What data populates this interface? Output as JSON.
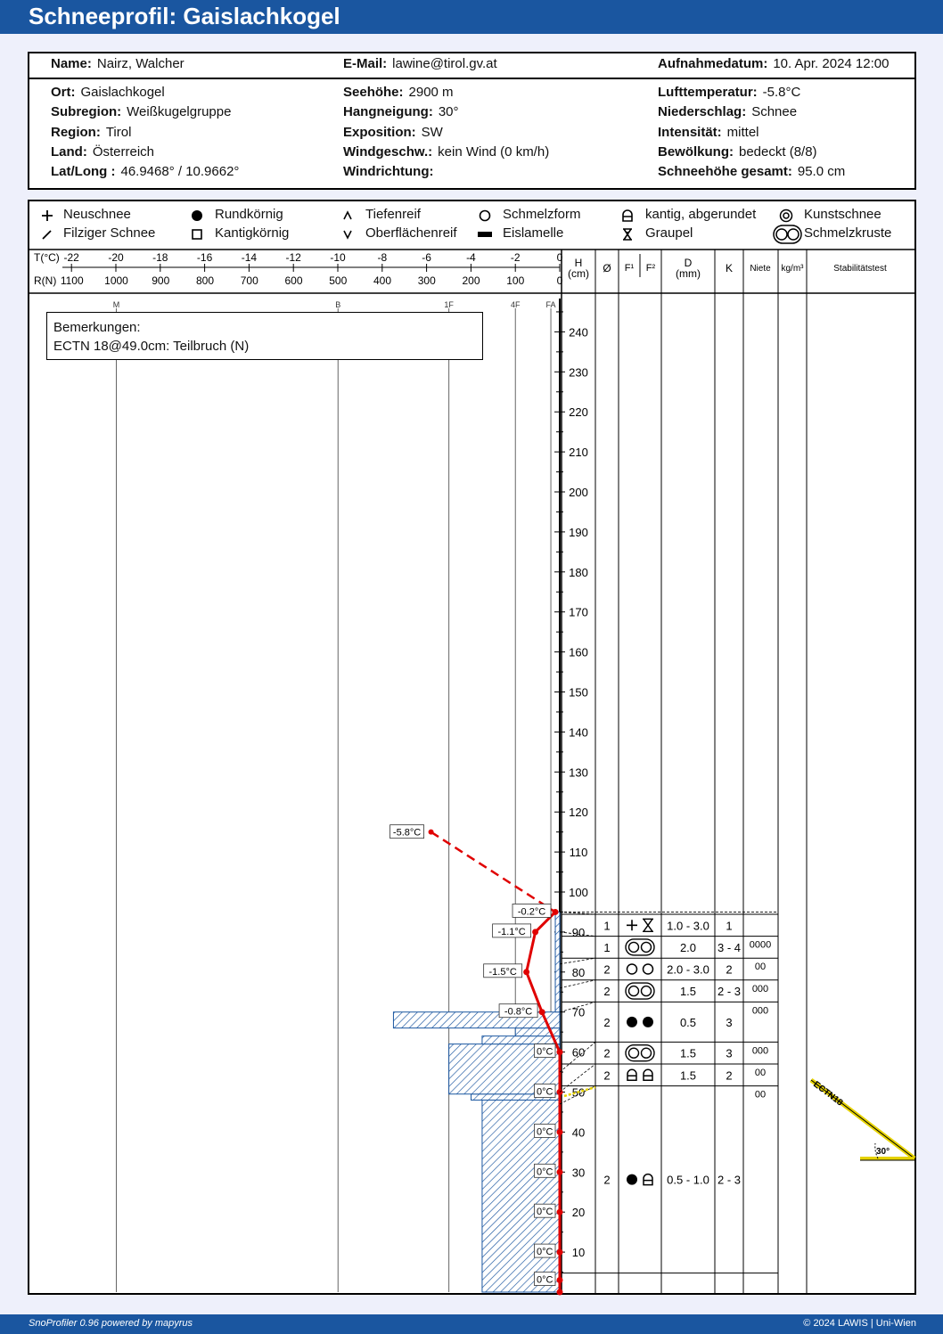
{
  "page": {
    "title": "Schneeprofil: Gaislachkogel",
    "footer_left": "SnoProfiler 0.96 powered by mapyrus",
    "footer_right": "© 2024 LAWIS | Uni-Wien"
  },
  "header": {
    "name_label": "Name:",
    "name_value": "Nairz, Walcher",
    "email_label": "E-Mail:",
    "email_value": "lawine@tirol.gv.at",
    "date_label": "Aufnahmedatum:",
    "date_value": "10. Apr. 2024 12:00",
    "ort_label": "Ort:",
    "ort_value": "Gaislachkogel",
    "subregion_label": "Subregion:",
    "subregion_value": "Weißkugelgruppe",
    "region_label": "Region:",
    "region_value": "Tirol",
    "land_label": "Land:",
    "land_value": "Österreich",
    "latlong_label": "Lat/Long :",
    "latlong_value": "46.9468° / 10.9662°",
    "seehoehe_label": "Seehöhe:",
    "seehoehe_value": "2900 m",
    "hangneigung_label": "Hangneigung:",
    "hangneigung_value": "30°",
    "exposition_label": "Exposition:",
    "exposition_value": "SW",
    "windgeschw_label": "Windgeschw.:",
    "windgeschw_value": "kein Wind (0 km/h)",
    "windrichtung_label": "Windrichtung:",
    "windrichtung_value": "",
    "lufttemp_label": "Lufttemperatur:",
    "lufttemp_value": "-5.8°C",
    "niederschlag_label": "Niederschlag:",
    "niederschlag_value": "Schnee",
    "intensitaet_label": "Intensität:",
    "intensitaet_value": "mittel",
    "bewoelkung_label": "Bewölkung:",
    "bewoelkung_value": "bedeckt (8/8)",
    "schneehoehe_label": "Schneehöhe gesamt:",
    "schneehoehe_value": "95.0 cm"
  },
  "legend": {
    "neuschnee": "Neuschnee",
    "filziger": "Filziger Schnee",
    "rundkoernig": "Rundkörnig",
    "kantigkoernig": "Kantigkörnig",
    "tiefenreif": "Tiefenreif",
    "oberflaechenreif": "Oberflächenreif",
    "schmelzform": "Schmelzform",
    "eislamelle": "Eislamelle",
    "kantig_abgerundet": "kantig, abgerundet",
    "graupel": "Graupel",
    "kunstschnee": "Kunstschnee",
    "schmelzkruste": "Schmelzkruste"
  },
  "columns": {
    "temp_label": "T(°C)",
    "res_label": "R(N)",
    "h_label": "H",
    "h_unit": "(cm)",
    "diam": "Ø",
    "f1": "F¹",
    "f2": "F²",
    "d_label": "D",
    "d_unit": "(mm)",
    "k": "K",
    "niete": "Niete",
    "density": "kg/m³",
    "stability": "Stabilitätstest"
  },
  "remarks": {
    "title": "Bemerkungen:",
    "text": "ECTN 18@49.0cm: Teilbruch (N)"
  },
  "chart_data": {
    "type": "snow-profile",
    "title": "Schneeprofil: Gaislachkogel",
    "height_axis": {
      "label": "H (cm)",
      "range": [
        0,
        250
      ],
      "ticks": [
        10,
        20,
        30,
        40,
        50,
        60,
        70,
        80,
        90,
        100,
        110,
        120,
        130,
        140,
        150,
        160,
        170,
        180,
        190,
        200,
        210,
        220,
        230,
        240
      ]
    },
    "temperature_axis": {
      "label": "T(°C)",
      "range": [
        -22,
        0
      ],
      "ticks": [
        -22,
        -20,
        -18,
        -16,
        -14,
        -12,
        -10,
        -8,
        -6,
        -4,
        -2,
        0
      ]
    },
    "resistance_axis": {
      "label": "R(N)",
      "range": [
        1100,
        0
      ],
      "ticks": [
        1100,
        1000,
        900,
        800,
        700,
        600,
        500,
        400,
        300,
        200,
        100,
        0
      ]
    },
    "hand_hardness_lines": [
      {
        "label": "M",
        "resistance": 1000
      },
      {
        "label": "B",
        "resistance": 500
      },
      {
        "label": "1F",
        "resistance": 250
      },
      {
        "label": "4F",
        "resistance": 100
      },
      {
        "label": "FA",
        "resistance": 20
      }
    ],
    "air_temperature": {
      "label": "-5.8°C",
      "height": 115,
      "value": -5.8
    },
    "temperature_profile": [
      {
        "height": 95,
        "value": -0.2,
        "label": "-0.2°C"
      },
      {
        "height": 90,
        "value": -1.1,
        "label": "-1.1°C"
      },
      {
        "height": 80,
        "value": -1.5,
        "label": "-1.5°C"
      },
      {
        "height": 70,
        "value": -0.8,
        "label": "-0.8°C"
      },
      {
        "height": 60,
        "value": 0,
        "label": "0°C"
      },
      {
        "height": 50,
        "value": 0,
        "label": "0°C"
      },
      {
        "height": 40,
        "value": 0,
        "label": "0°C"
      },
      {
        "height": 30,
        "value": 0,
        "label": "0°C"
      },
      {
        "height": 20,
        "value": 0,
        "label": "0°C"
      },
      {
        "height": 10,
        "value": 0,
        "label": "0°C"
      },
      {
        "height": 3,
        "value": 0,
        "label": "0°C"
      },
      {
        "height": 0,
        "value": 0,
        "label": ""
      }
    ],
    "hardness_profile": [
      {
        "from": 0,
        "to": 48,
        "resistance": 175
      },
      {
        "from": 48,
        "to": 49.5,
        "resistance": 200
      },
      {
        "from": 49.5,
        "to": 62,
        "resistance": 250
      },
      {
        "from": 62,
        "to": 64,
        "resistance": 175
      },
      {
        "from": 64,
        "to": 66,
        "resistance": 100
      },
      {
        "from": 66,
        "to": 70,
        "resistance": 375
      },
      {
        "from": 70,
        "to": 95,
        "resistance": 10
      }
    ],
    "layers": [
      {
        "from": 90,
        "to": 95,
        "diam": "1",
        "f": [
          "neuschnee",
          "graupel"
        ],
        "d": "1.0 - 3.0",
        "k": "1",
        "niete": ""
      },
      {
        "from": 82,
        "to": 90,
        "diam": "1",
        "f": [
          "schmelzkruste"
        ],
        "d": "2.0",
        "k": "3 - 4",
        "niete": "0000"
      },
      {
        "from": 76,
        "to": 82,
        "diam": "2",
        "f": [
          "schmelzform",
          "schmelzform"
        ],
        "d": "2.0 - 3.0",
        "k": "2",
        "niete": "00"
      },
      {
        "from": 70,
        "to": 76,
        "diam": "2",
        "f": [
          "schmelzkruste"
        ],
        "d": "1.5",
        "k": "2 - 3",
        "niete": "000"
      },
      {
        "from": 55,
        "to": 70,
        "diam": "2",
        "f": [
          "rundkoernig",
          "rundkoernig"
        ],
        "d": "0.5",
        "k": "3",
        "niete": "000"
      },
      {
        "from": 50,
        "to": 55,
        "diam": "2",
        "f": [
          "schmelzkruste"
        ],
        "d": "1.5",
        "k": "3",
        "niete": "000"
      },
      {
        "from": 47,
        "to": 50,
        "diam": "2",
        "f": [
          "kantig_abgerundet",
          "kantig_abgerundet"
        ],
        "d": "1.5",
        "k": "2",
        "niete": "00"
      },
      {
        "from": 0,
        "to": 47,
        "diam": "2",
        "f": [
          "rundkoernig",
          "kantig_abgerundet"
        ],
        "d": "0.5 - 1.0",
        "k": "2 - 3",
        "niete": "00"
      }
    ],
    "stability_test": {
      "type": "ECTN18",
      "label": "ECTN18",
      "height": 49,
      "angle": "30°",
      "result": "Teilbruch (N)"
    }
  }
}
